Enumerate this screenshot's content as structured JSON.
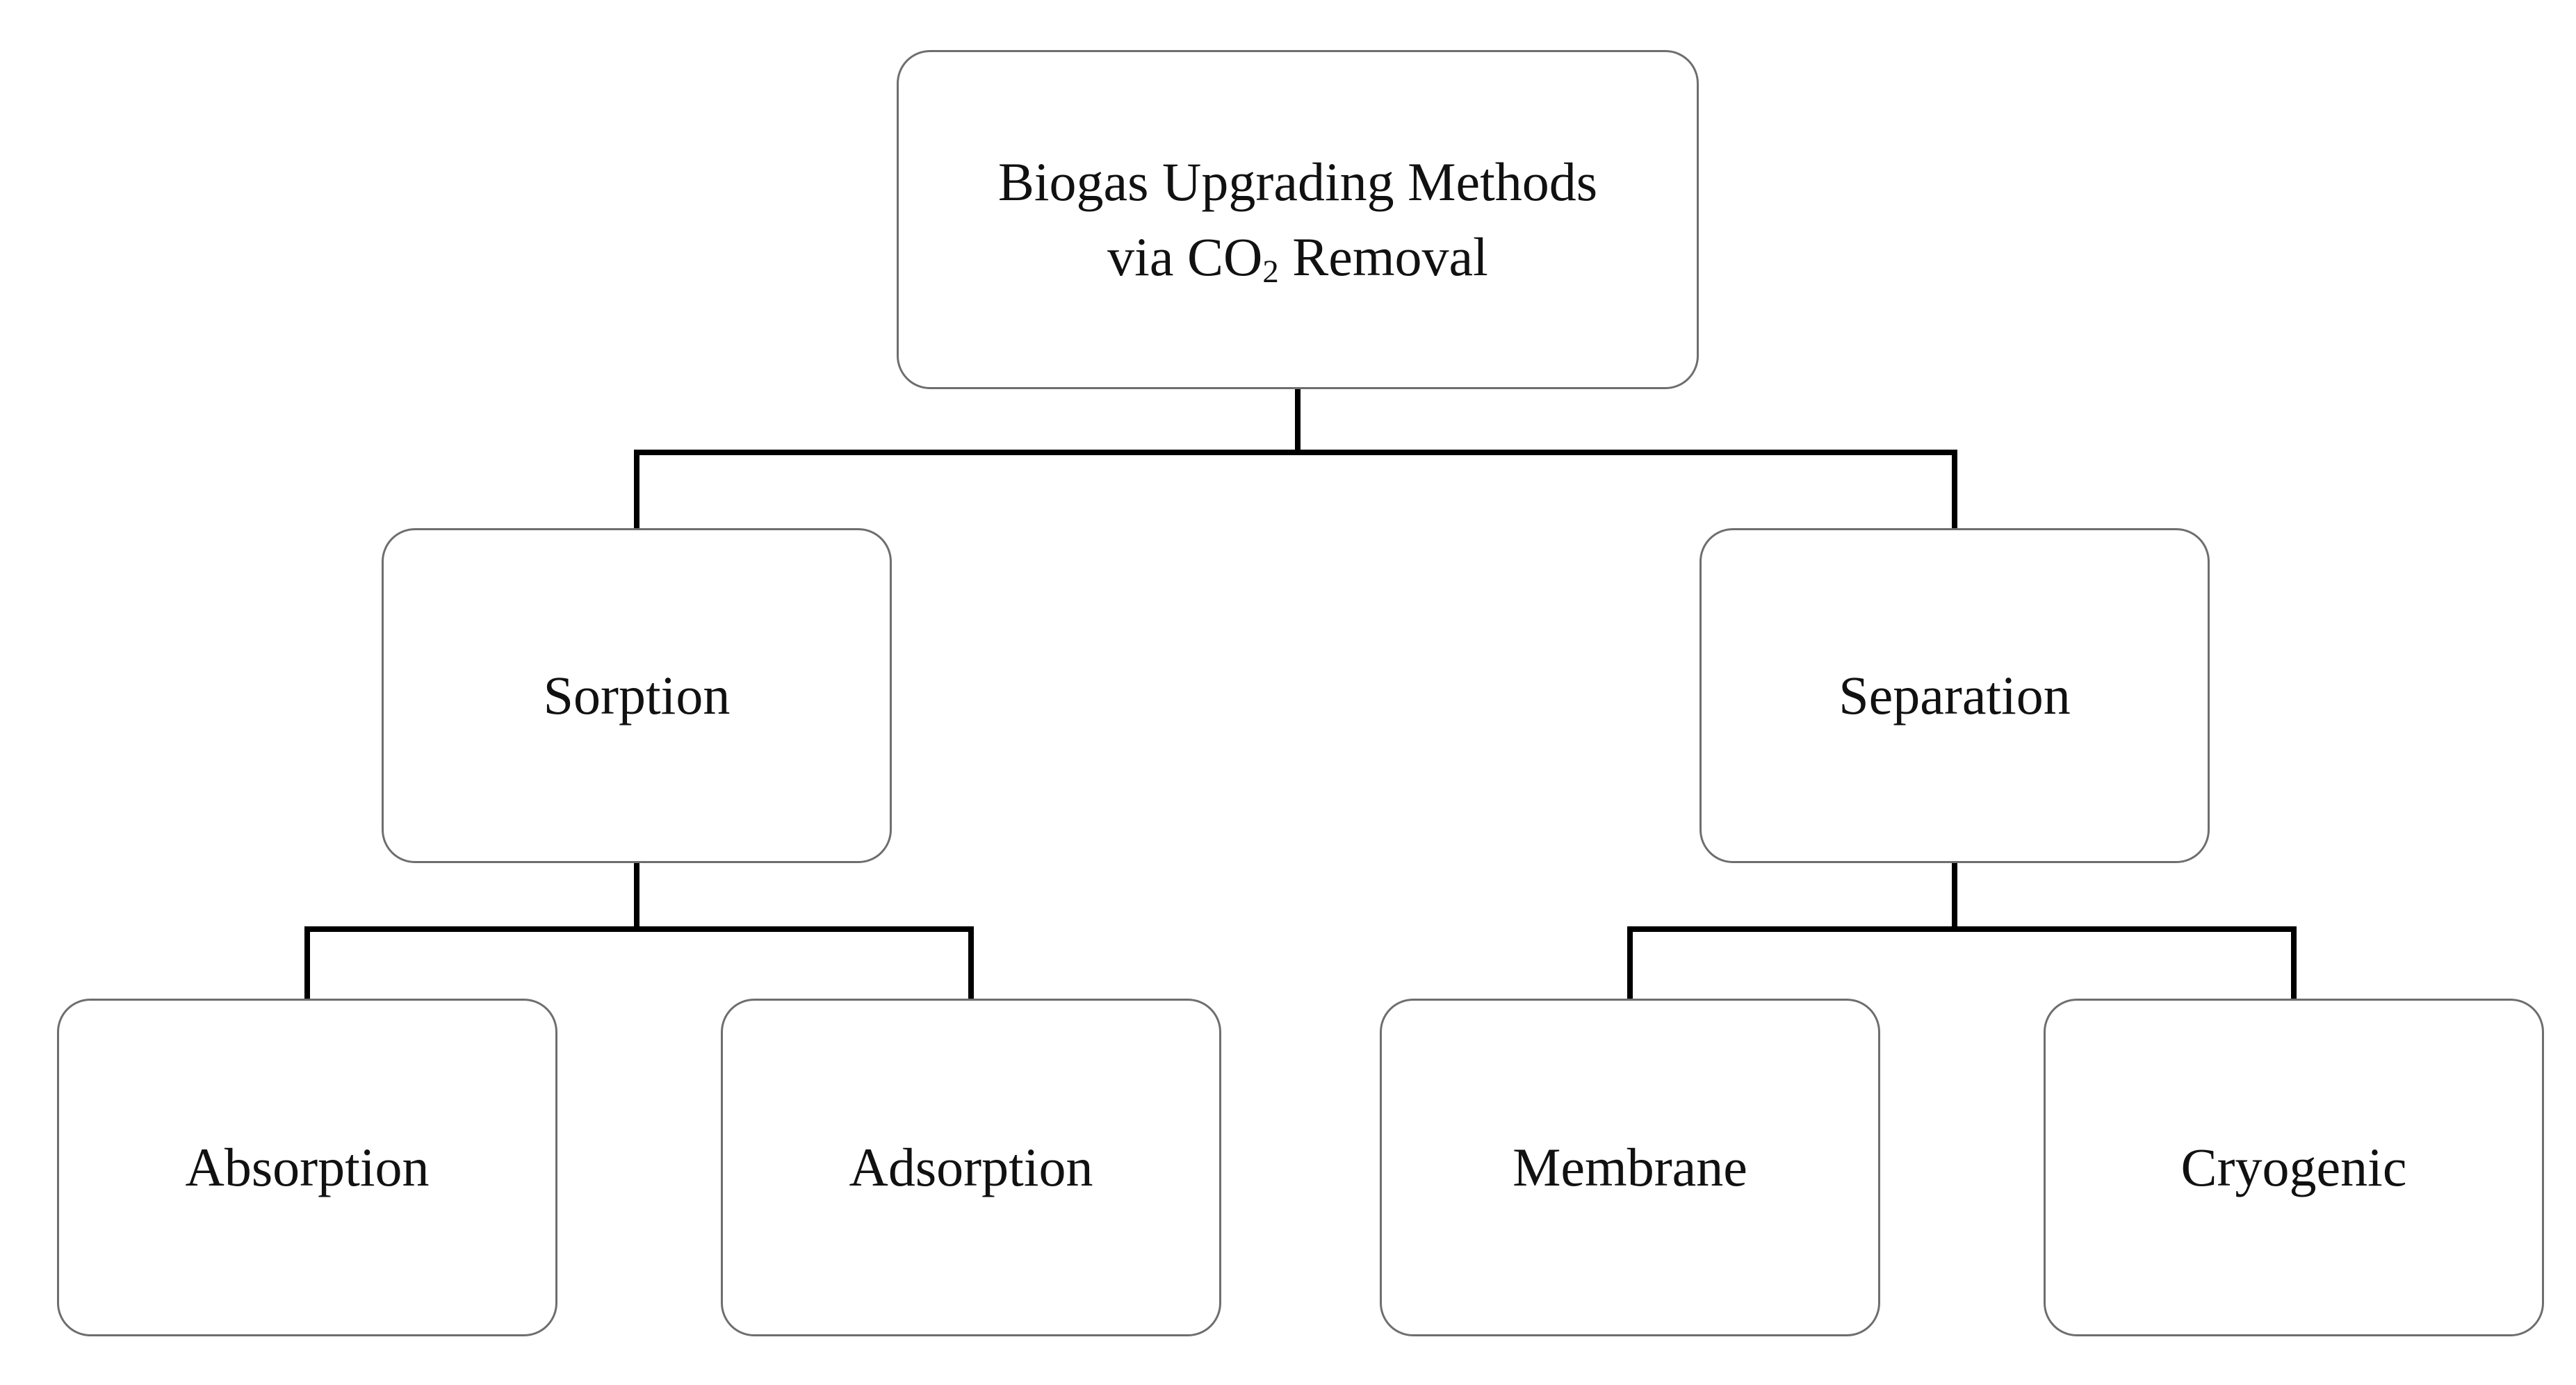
{
  "diagram": {
    "type": "hierarchy-flowchart",
    "title": "Biogas Upgrading Methods via CO2 Removal"
  },
  "nodes": {
    "root": {
      "label": "Biogas Upgrading Methods via CO2 Removal",
      "line1": "Biogas Upgrading Methods",
      "line2_prefix": "via CO",
      "line2_sub": "2",
      "line2_suffix": " Removal"
    },
    "sorption": {
      "label": "Sorption"
    },
    "separation": {
      "label": "Separation"
    },
    "absorption": {
      "label": "Absorption"
    },
    "adsorption": {
      "label": "Adsorption"
    },
    "membrane": {
      "label": "Membrane"
    },
    "cryogenic": {
      "label": "Cryogenic"
    }
  },
  "edges": [
    {
      "from": "root",
      "to": "sorption"
    },
    {
      "from": "root",
      "to": "separation"
    },
    {
      "from": "sorption",
      "to": "absorption"
    },
    {
      "from": "sorption",
      "to": "adsorption"
    },
    {
      "from": "separation",
      "to": "membrane"
    },
    {
      "from": "separation",
      "to": "cryogenic"
    }
  ],
  "colors": {
    "background": "#ffffff",
    "box_fill": "#ffffff",
    "box_border": "#6e6e6e",
    "connector": "#000000",
    "text": "#111111"
  }
}
